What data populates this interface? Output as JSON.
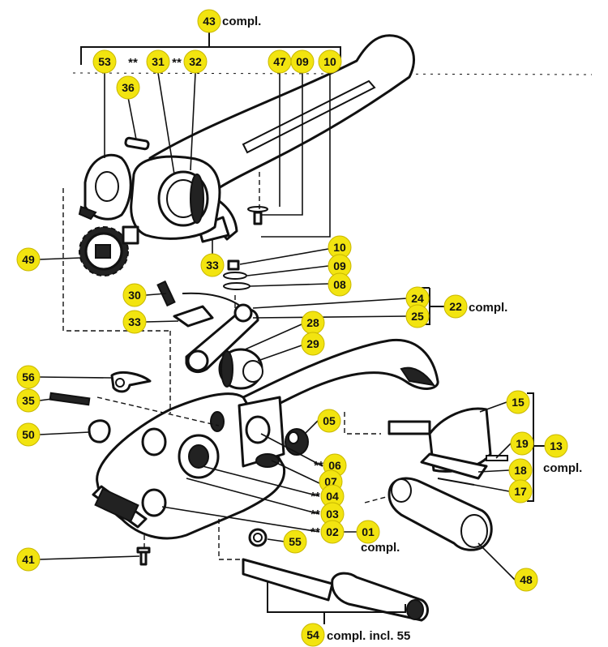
{
  "diagram": {
    "badge_color": "#f2e410",
    "parts": {
      "p43": "43",
      "p53": "53",
      "p31": "31",
      "p32": "32",
      "p47": "47",
      "p09a": "09",
      "p10a": "10",
      "p36": "36",
      "p49": "49",
      "p33a": "33",
      "p10b": "10",
      "p09b": "09",
      "p08": "08",
      "p30": "30",
      "p24": "24",
      "p25": "25",
      "p22": "22",
      "p33b": "33",
      "p28": "28",
      "p29": "29",
      "p56": "56",
      "p35": "35",
      "p50": "50",
      "p05": "05",
      "p06": "06",
      "p07": "07",
      "p04": "04",
      "p03": "03",
      "p02": "02",
      "p01": "01",
      "p55": "55",
      "p41": "41",
      "p15": "15",
      "p19": "19",
      "p13": "13",
      "p18": "18",
      "p17": "17",
      "p48": "48",
      "p54": "54"
    },
    "texts": {
      "compl_43": "compl.",
      "compl_22": "compl.",
      "compl_13": "compl.",
      "compl_01": "compl.",
      "compl_54": "compl. incl. 55",
      "star_31": "**",
      "star_32": "**",
      "star_06": "**",
      "star_04": "**",
      "star_03": "**",
      "star_02": "**"
    }
  }
}
